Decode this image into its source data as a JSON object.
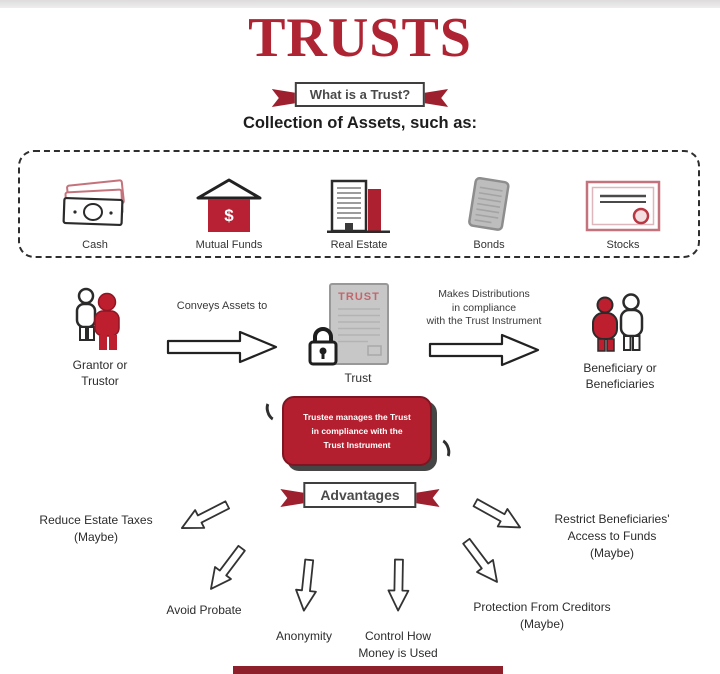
{
  "header": {
    "title": "TRUSTS",
    "what_banner": "What is a Trust?",
    "assets_heading": "Collection of Assets, such as:"
  },
  "assets": {
    "mutual_fund_symbol": "$",
    "items": [
      {
        "label": "Cash"
      },
      {
        "label": "Mutual Funds"
      },
      {
        "label": "Real Estate"
      },
      {
        "label": "Bonds"
      },
      {
        "label": "Stocks"
      }
    ]
  },
  "flow": {
    "grantor_lines": [
      "Grantor or",
      "Trustor"
    ],
    "conveys_caption": "Conveys Assets to",
    "trust_doc_text": "TRUST",
    "trust_label": "Trust",
    "distributions_lines": [
      "Makes Distributions",
      "in compliance",
      "with the Trust Instrument"
    ],
    "beneficiary_lines": [
      "Beneficiary or",
      "Beneficiaries"
    ],
    "bubble_lines": [
      "Trustee manages the Trust",
      "in compliance with the",
      "Trust Instrument"
    ]
  },
  "advantages": {
    "banner": "Advantages",
    "items": [
      {
        "lines": [
          "Reduce Estate Taxes",
          "(Maybe)"
        ]
      },
      {
        "lines": [
          "Avoid Probate"
        ]
      },
      {
        "lines": [
          "Anonymity"
        ]
      },
      {
        "lines": [
          "Control How",
          "Money is Used"
        ]
      },
      {
        "lines": [
          "Restrict Beneficiaries'",
          "Access to Funds",
          "(Maybe)"
        ]
      },
      {
        "lines": [
          "Protection From Creditors",
          "(Maybe)"
        ]
      }
    ]
  },
  "colors": {
    "primary_red": "#ae2433",
    "ribbon_red": "#9e1f2d",
    "bubble_red": "#b31f2e",
    "doc_gray": "#c7c7c7",
    "text_dark": "#2c2c2c"
  }
}
